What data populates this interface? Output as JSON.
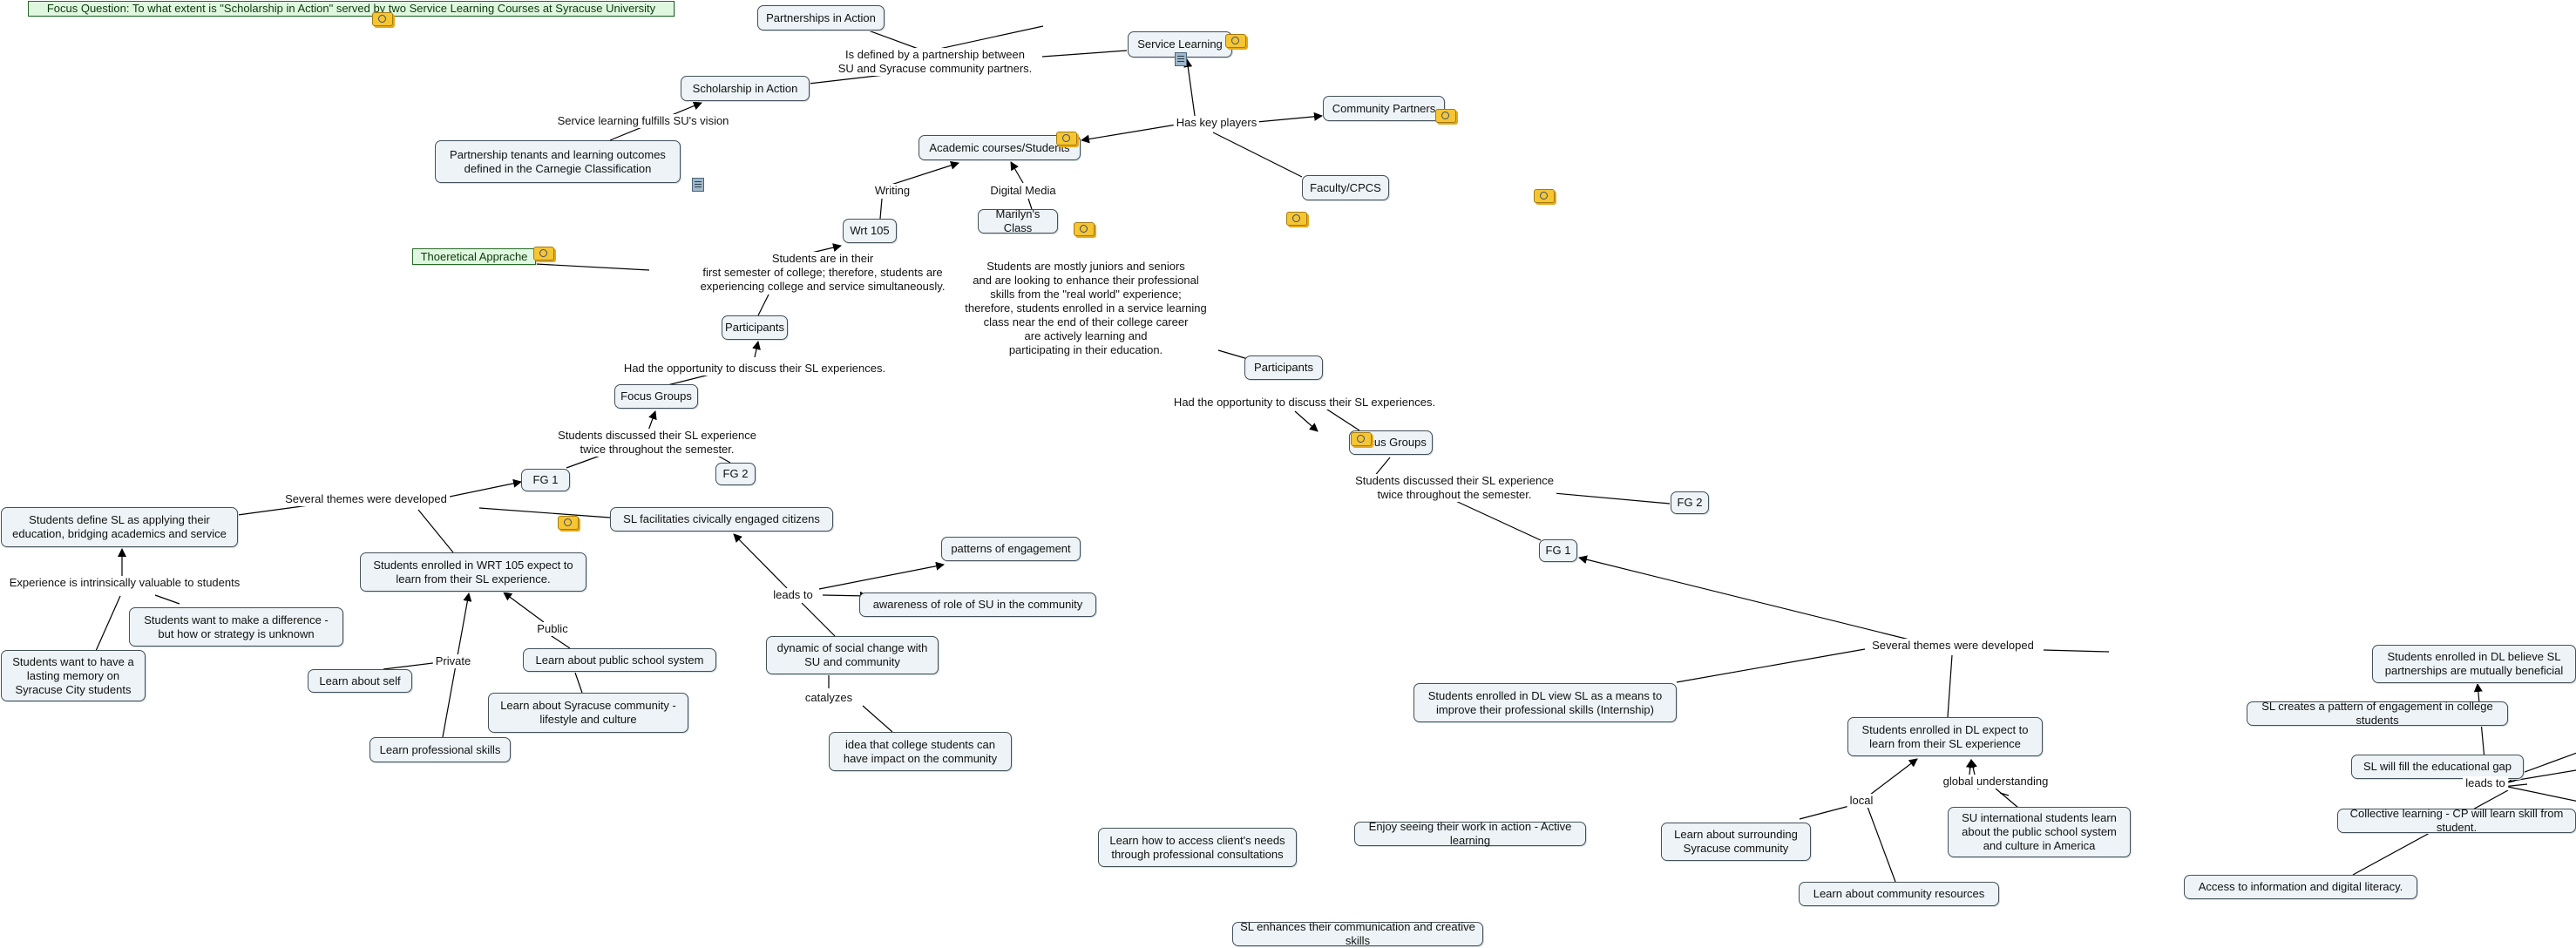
{
  "nodes": {
    "focus_question": "Focus Question: To what extent is \"Scholarship in Action\" served by two Service Learning Courses at Syracuse University",
    "partnerships_in_action": "Partnerships in Action",
    "service_learning": "Service Learning",
    "scholarship_in_action": "Scholarship in Action",
    "community_partners": "Community Partners",
    "partnership_tenants": "Partnership tenants and learning outcomes\ndefined in the Carnegie Classification",
    "academic_courses": "Academic courses/Students",
    "faculty_cpcs": "Faculty/CPCS",
    "wrt105": "Wrt 105",
    "marilyns_class": "Marilyn's Class",
    "theoretical_approaches": "Thoeretical Apprache",
    "participants_left": "Participants",
    "participants_right": "Participants",
    "focus_groups_left": "Focus Groups",
    "focus_groups_right": "Focus Groups",
    "fg1_left": "FG 1",
    "fg2_left": "FG 2",
    "fg1_right": "FG 1",
    "fg2_right": "FG 2",
    "students_define_sl": "Students define SL as applying their\neducation, bridging academics and service",
    "wrt105_expect": "Students enrolled in WRT 105 expect to\nlearn from their SL experience.",
    "sl_facilitates": "SL facilitaties civically engaged citizens",
    "patterns_engagement": "patterns of engagement",
    "awareness_role": "awareness of role of SU in the  community",
    "make_difference": "Students want to make a difference -\nbut how or strategy is unknown",
    "lasting_memory": "Students want to have a\nlasting memory on\nSyracuse City students",
    "learn_about_self": "Learn about self",
    "learn_public_school": "Learn about public school system",
    "learn_syracuse_community": "Learn about Syracuse community -\nlifestyle and culture",
    "learn_professional_skills": "Learn professional skills",
    "dynamic_social_change": "dynamic of social change with\nSU and community",
    "idea_college_students": "idea that college students can\nhave impact on the community",
    "dl_view_sl": "Students enrolled in DL view SL as a means to\nimprove their professional skills (Internship)",
    "dl_expect": "Students enrolled in DL expect to\nlearn from their SL experience",
    "dl_believe": "Students enrolled in DL believe SL\npartnerships are mutually beneficial",
    "sl_creates_pattern": "SL creates a pattern of engagement in college students",
    "sl_fill_gap": "SL will fill the educational gap",
    "collective_learning": "Collective learning - CP will learn skill from student.",
    "access_information": "Access to information and digital literacy.",
    "learn_surrounding": "Learn about surrounding\nSyracuse community",
    "sl_international": "SU international students learn\nabout the public school system\nand culture in America",
    "learn_community_resources": "Learn about community resources",
    "learn_access_needs": "Learn how to access client's needs\nthrough professional consultations",
    "enjoy_seeing_work": "Enjoy seeing their work in action - Active learning",
    "sl_enhances": "SL enhances their communication and creative skills"
  },
  "labels": {
    "defined_by_partnership": "Is defined by a partnership between\nSU and Syracuse community partners.",
    "has_key_players": "Has key players",
    "fulfills_vision": "Service learning fulfills SU's vision",
    "writing": "Writing",
    "digital_media": "Digital Media",
    "first_semester": "Students are in their\nfirst semester of college; therefore, students are\nexperiencing college and service simultaneously.",
    "juniors_seniors": "Students are mostly juniors and seniors\nand are looking to enhance their professional\nskills from the \"real world\" experience;\ntherefore, students enrolled in a service learning\nclass near the end of their college career\nare actively learning and\nparticipating in their education.",
    "discuss_left": "Had the opportunity to discuss their SL experiences.",
    "discuss_right": "Had the opportunity to discuss their SL experiences.",
    "twice_left": "Students discussed their SL experience\ntwice throughout the semester.",
    "twice_right": "Students discussed their SL experience\ntwice throughout the semester.",
    "themes_left": "Several themes were developed",
    "themes_right": "Several themes were developed",
    "intrinsically_valuable": "Experience is intrinsically valuable to students",
    "public": "Public",
    "private": "Private",
    "leads_to_left": "leads to",
    "catalyzes": "catalyzes",
    "leads_to_right": "leads to",
    "global_understanding": "global understanding",
    "local": "local"
  },
  "colors": {
    "node_fill": "#edf3f6",
    "node_border": "#44505a",
    "green_fill": "#dff7df",
    "resource_icon": "#f5c532"
  },
  "icons": {
    "resource": "linked-resources-icon",
    "document": "document-icon"
  }
}
